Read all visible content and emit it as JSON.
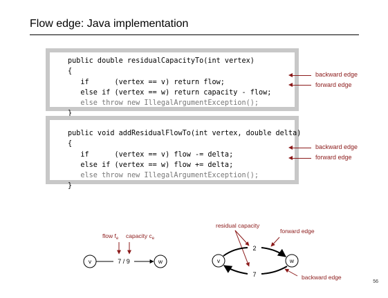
{
  "title": "Flow edge:  Java implementation",
  "code_blocks": [
    {
      "lines": [
        {
          "text": "public double residualCapacityTo(int vertex)",
          "gray": false
        },
        {
          "text": "{",
          "gray": false
        },
        {
          "text": "   if      (vertex == v) return flow;",
          "gray": false
        },
        {
          "text": "   else if (vertex == w) return capacity - flow;",
          "gray": false
        },
        {
          "text": "   else throw new IllegalArgumentException();",
          "gray": true
        },
        {
          "text": "}",
          "gray": false
        }
      ],
      "annotations": [
        "backward edge",
        "forward edge"
      ]
    },
    {
      "lines": [
        {
          "text": "public void addResidualFlowTo(int vertex, double delta)",
          "gray": false
        },
        {
          "text": "{",
          "gray": false
        },
        {
          "text": "   if      (vertex == v) flow -= delta;",
          "gray": false
        },
        {
          "text": "   else if (vertex == w) flow += delta;",
          "gray": false
        },
        {
          "text": "   else throw new IllegalArgumentException();",
          "gray": true
        },
        {
          "text": "}",
          "gray": false
        }
      ],
      "annotations": [
        "backward edge",
        "forward edge"
      ]
    }
  ],
  "diagram_left": {
    "label_flow": "flow f",
    "label_flow_sub": "e",
    "label_capacity": "capacity c",
    "label_capacity_sub": "e",
    "node_v": "v",
    "node_w": "w",
    "edge_label": "7 / 9"
  },
  "diagram_right": {
    "residual_capacity": "residual capacity",
    "forward_edge": "forward edge",
    "backward_edge": "backward edge",
    "node_v": "v",
    "node_w": "w",
    "forward_value": "2",
    "backward_value": "7"
  },
  "page_number": "56",
  "colors": {
    "annotation": "#8b1a1a",
    "panel_border": "#c8c8c8"
  }
}
